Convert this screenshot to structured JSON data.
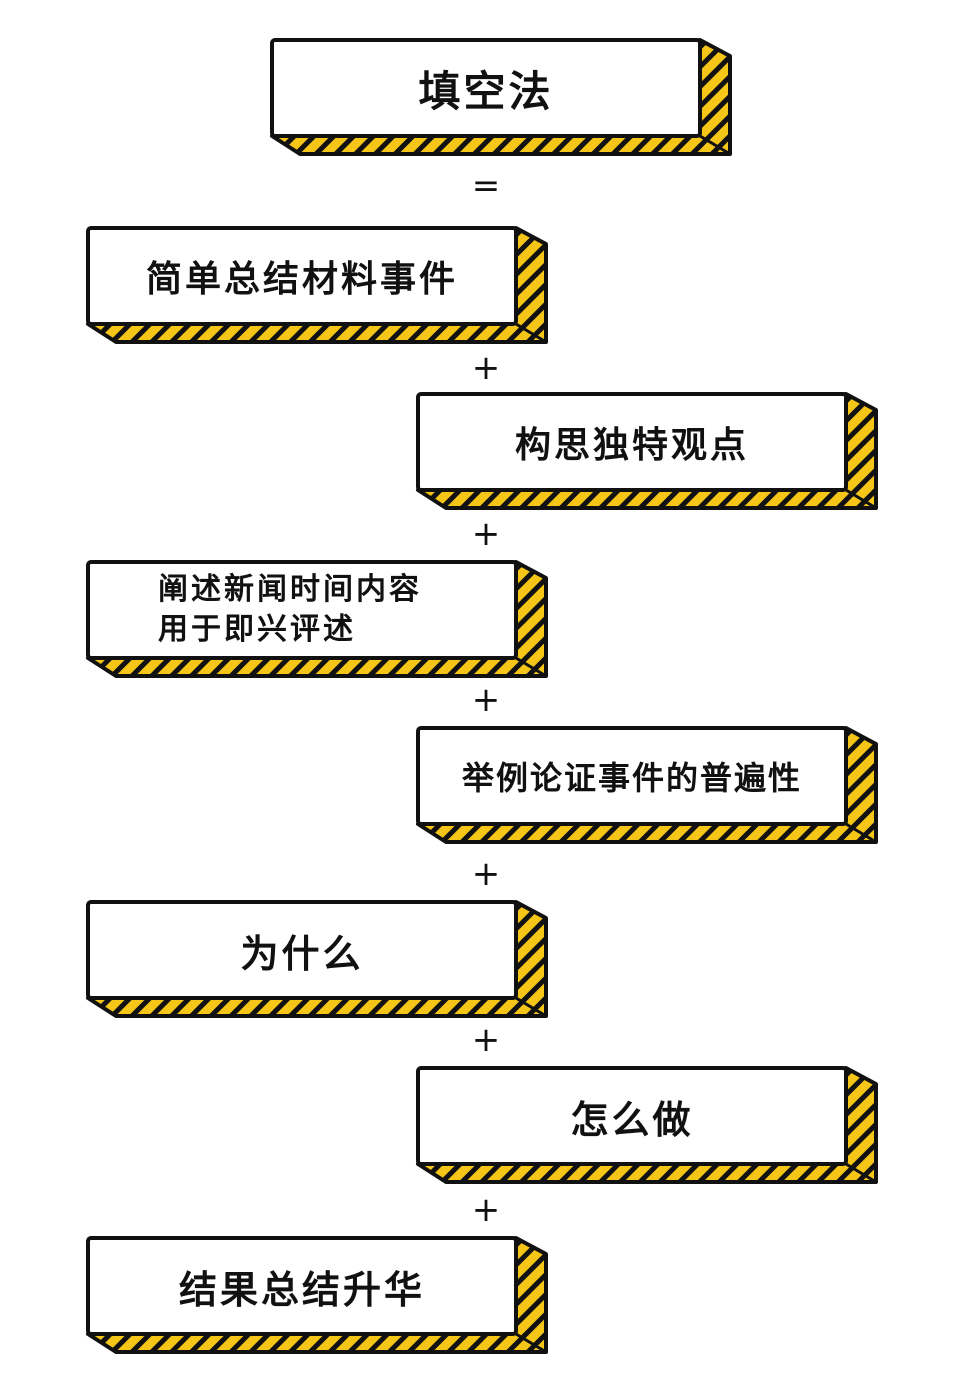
{
  "diagram": {
    "title_box": {
      "label": "填空法"
    },
    "equals_sign": "=",
    "plus_sign": "+",
    "steps": [
      {
        "label": "简单总结材料事件"
      },
      {
        "label": "构思独特观点"
      },
      {
        "label": "阐述新闻时间内容\n用于即兴评述"
      },
      {
        "label": "举例论证事件的普遍性"
      },
      {
        "label": "为什么"
      },
      {
        "label": "怎么做"
      },
      {
        "label": "结果总结升华"
      }
    ],
    "colors": {
      "stripe_yellow": "#F5C518",
      "outline": "#111111",
      "face": "#FFFFFF"
    }
  }
}
